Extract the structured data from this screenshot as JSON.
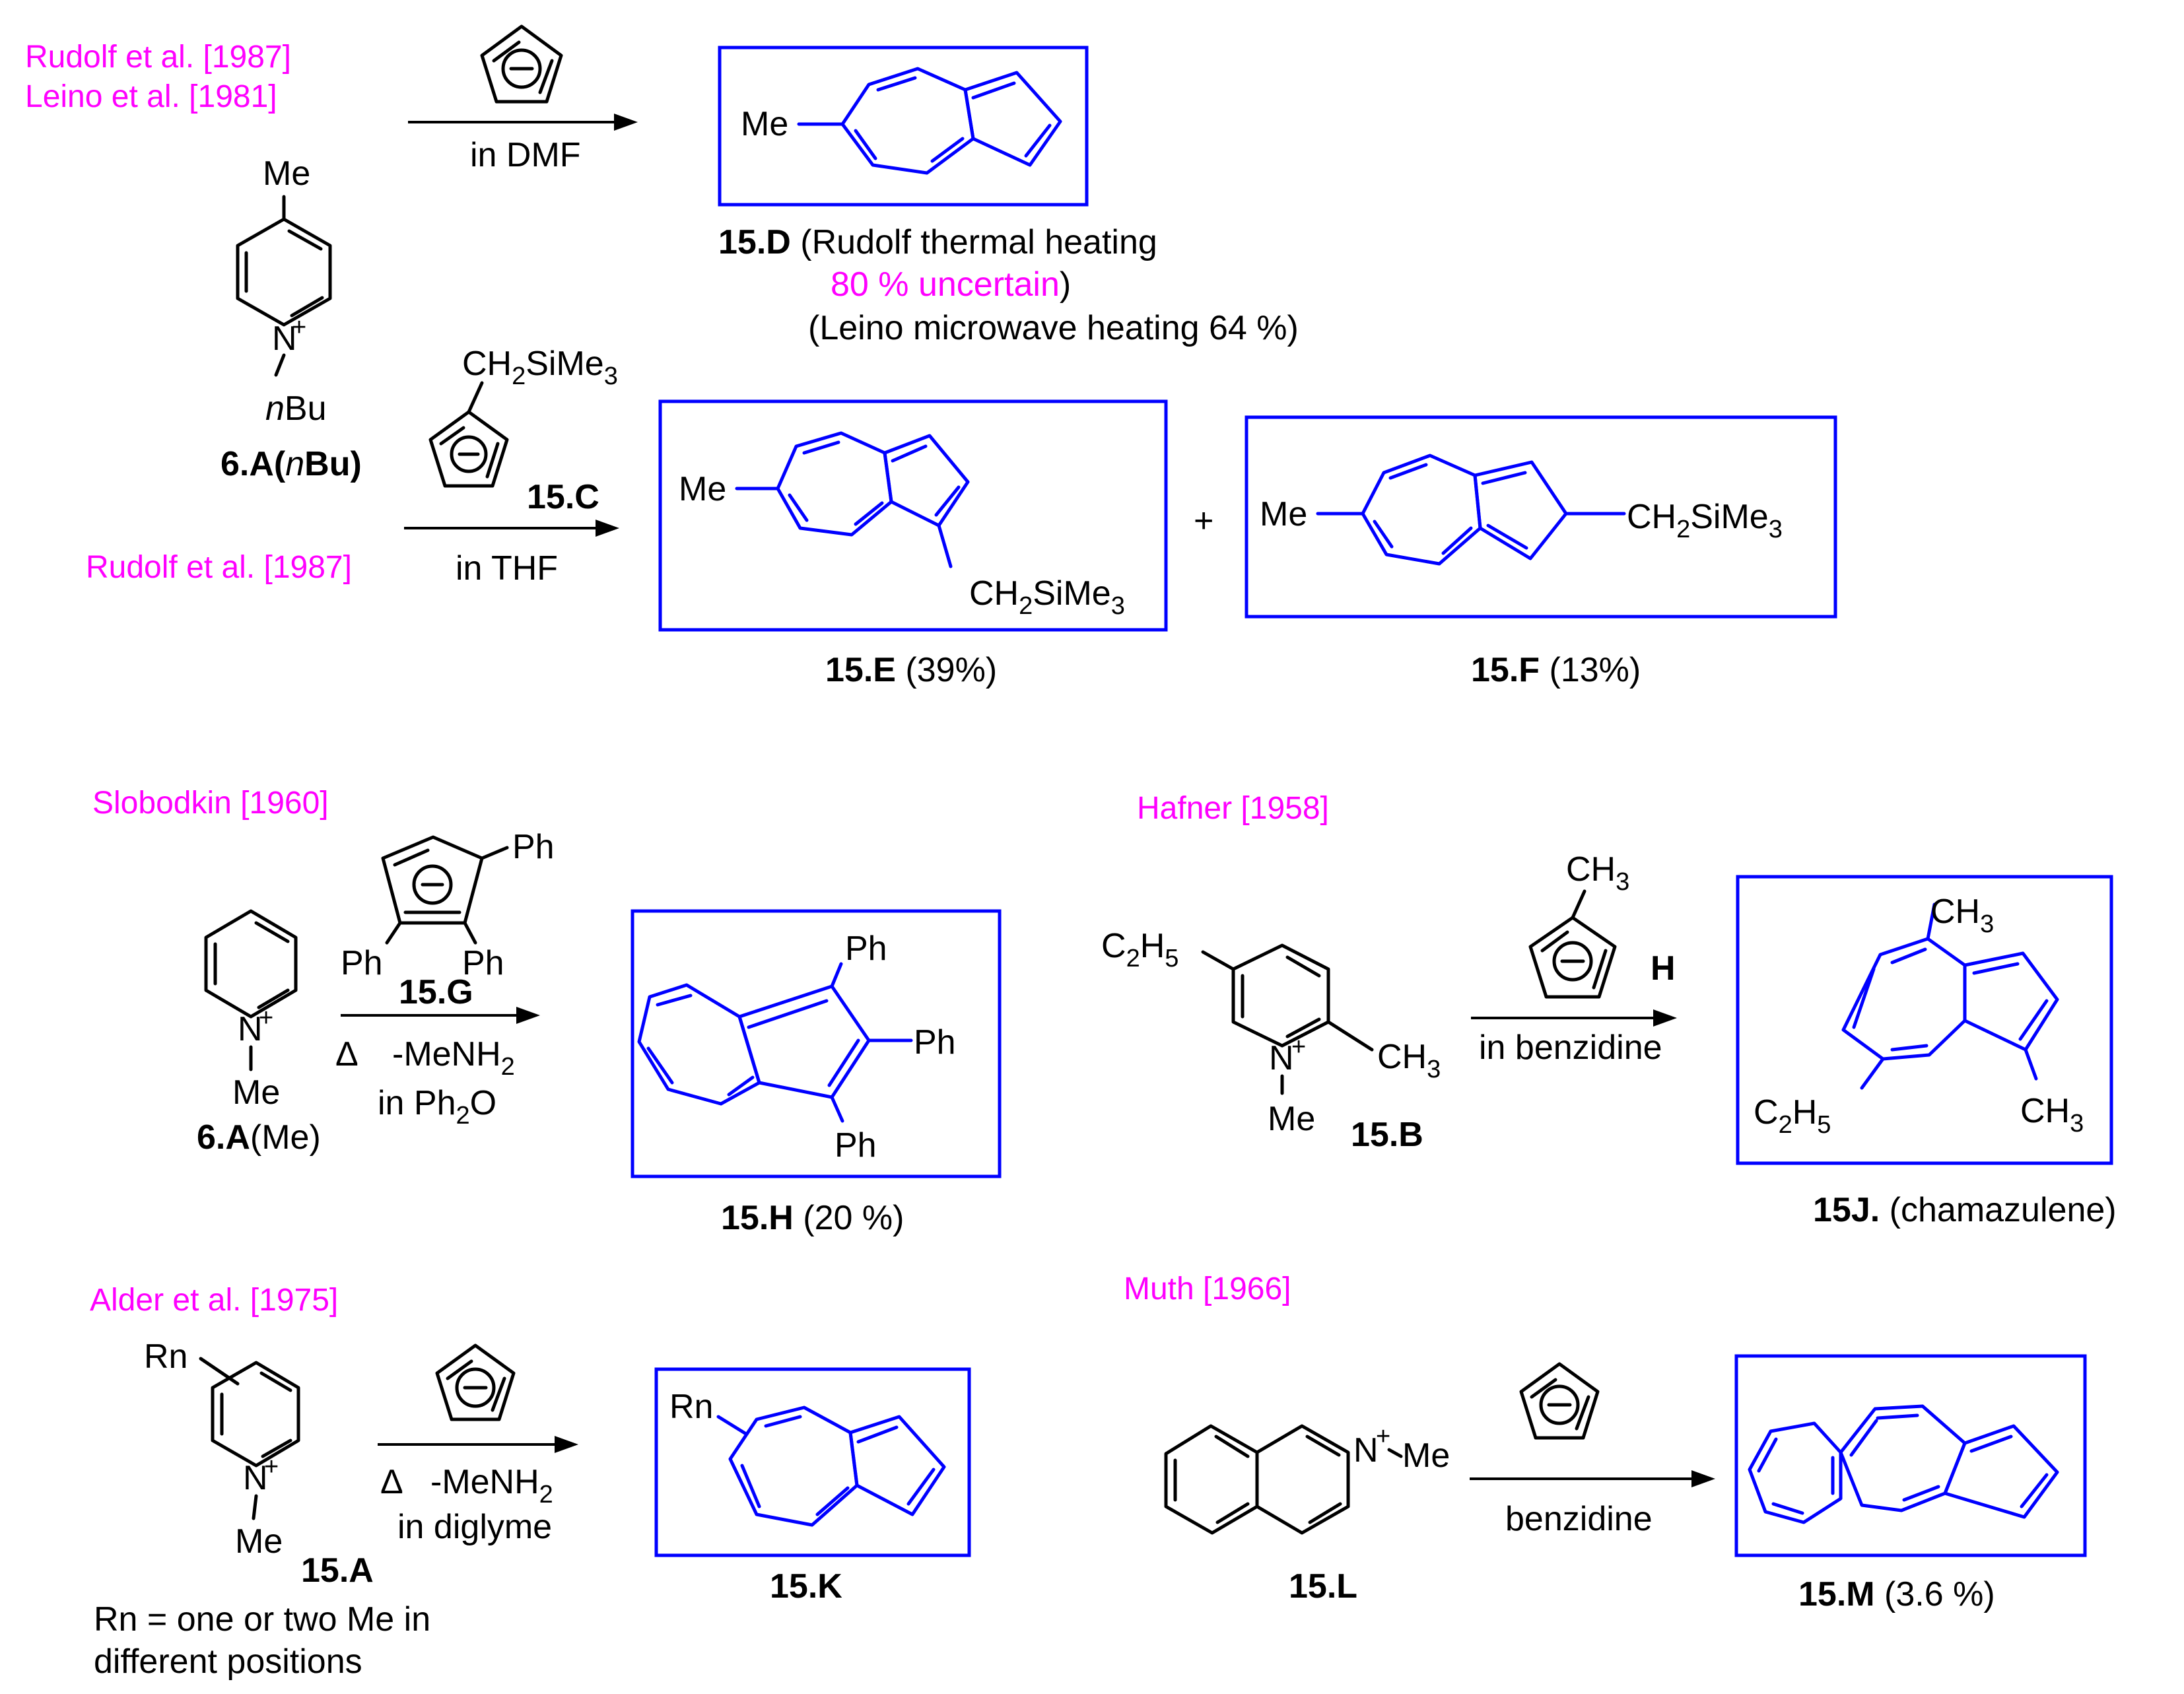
{
  "references": {
    "rudolf_1987": "Rudolf et al. [1987]",
    "leino_1981": "Leino et al. [1981]",
    "rudolf_1987_b": "Rudolf et al. [1987]",
    "slobodkin_1960": "Slobodkin [1960]",
    "hafner_1958": "Hafner [1958]",
    "alder_1975": "Alder et al. [1975]",
    "muth_1966": "Muth [1966]"
  },
  "compounds": {
    "c6A_nBu": {
      "bold": "6.A(",
      "italic": "n",
      "rest": "Bu)"
    },
    "c6A_Me": {
      "bold": "6.A",
      "rest": "(Me)"
    },
    "c15A": "15.A",
    "c15B": "15.B",
    "c15C": "15.C",
    "c15D": {
      "bold": "15.D",
      "line1": " (Rudolf thermal heating",
      "line2": "80 % uncertain",
      "line2_close": ")",
      "line3": "(Leino  microwave heating 64 %)"
    },
    "c15E": {
      "bold": "15.E",
      "rest": " (39%)"
    },
    "c15F": {
      "bold": "15.F",
      "rest": " (13%)"
    },
    "c15G": "15.G",
    "c15H": {
      "bold": "15.H",
      "rest": " (20 %)"
    },
    "c15J": {
      "bold": "15J.",
      "rest": " (chamazulene)"
    },
    "c15K": "15.K",
    "c15L": "15.L",
    "c15M": {
      "bold": "15.M",
      "rest": " (3.6 %)"
    },
    "H_label": "H"
  },
  "conditions": {
    "dmf": "in DMF",
    "thf": "in THF",
    "delta": "Δ",
    "minus_menh2": "-MeNH",
    "menh2_sub": "2",
    "ph2o_pre": "in Ph",
    "ph2o_sub": "2",
    "ph2o_post": "O",
    "benzidine1": "in benzidine",
    "diglyme": "in diglyme",
    "benzidine2": "benzidine"
  },
  "substituents": {
    "me": "Me",
    "nbu_italic": "n",
    "nbu_rest": "Bu",
    "ch2": "CH",
    "two": "2",
    "sime3": "SiMe",
    "three": "3",
    "ph": "Ph",
    "ch3": "CH",
    "c2h5_c": "C",
    "c2h5_h": "H",
    "five": "5",
    "rn": "Rn",
    "n_plus": "N",
    "plus": "+",
    "minus": "−",
    "plus_sign": "+"
  },
  "notes": {
    "rn_line1": "Rn = one or two Me  in",
    "rn_line2": "different positions"
  },
  "colors": {
    "reference": "#ff00ff",
    "product_highlight": "#0000ff",
    "text": "#000000"
  }
}
